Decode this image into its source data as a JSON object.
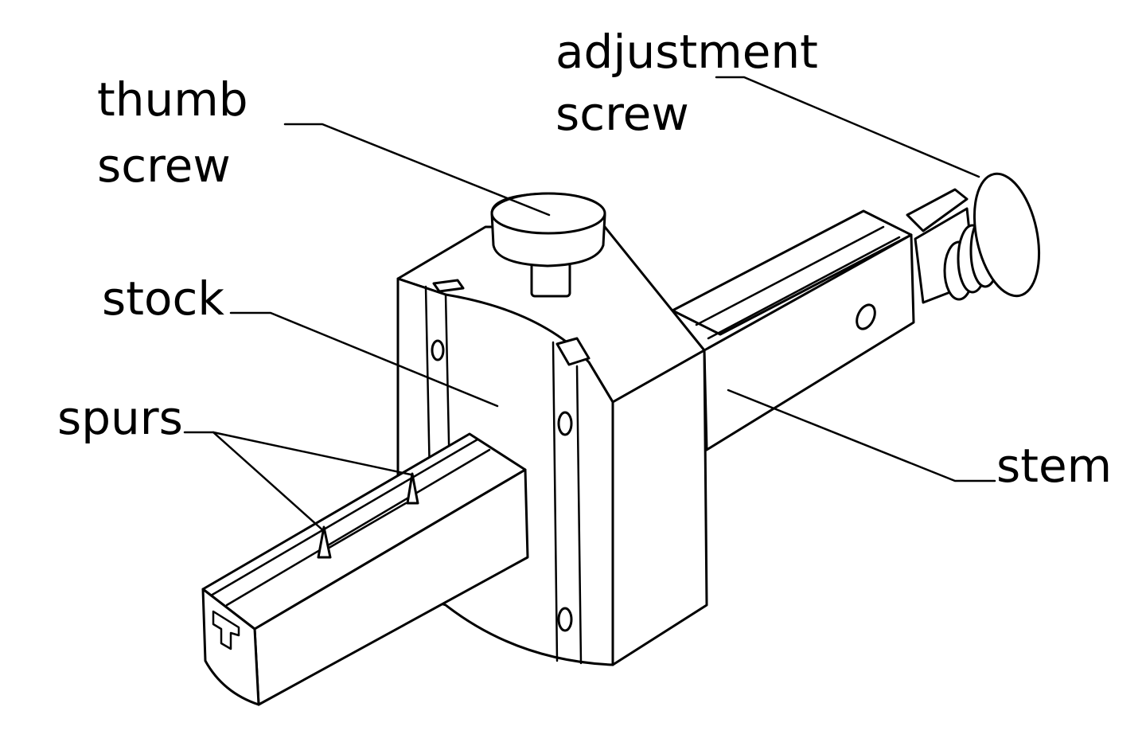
{
  "labels": {
    "thumb_screw_line1": "thumb",
    "thumb_screw_line2": "screw",
    "adjustment_screw_line1": "adjustment",
    "adjustment_screw_line2": "screw",
    "stock": "stock",
    "spurs": "spurs",
    "stem": "stem"
  },
  "colors": {
    "ink": "#000000",
    "background": "#ffffff"
  }
}
